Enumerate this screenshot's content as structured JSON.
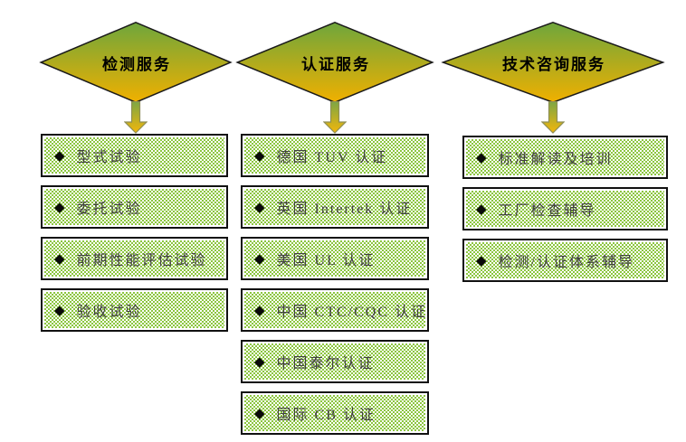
{
  "colors": {
    "page_bg": "#ffffff",
    "diamond_gradient_top": "#6ea63c",
    "diamond_gradient_bottom": "#f0b000",
    "diamond_border": "#1a1a1a",
    "arrow_gradient_top": "#7da644",
    "arrow_gradient_bottom": "#f2b60b",
    "arrow_border": "#8e8e55",
    "box_pattern_green": "#8cc63f",
    "box_border": "#111111",
    "box_text": "#3f3f3f"
  },
  "columns": [
    {
      "id": "testing-services",
      "header": {
        "label": "检测服务"
      },
      "items": [
        {
          "bullet": "◆",
          "label": "型式试验"
        },
        {
          "bullet": "◆",
          "label": "委托试验"
        },
        {
          "bullet": "◆",
          "label": "前期性能评估试验"
        },
        {
          "bullet": "◆",
          "label": "验收试验"
        }
      ]
    },
    {
      "id": "certification-services",
      "header": {
        "label": "认证服务"
      },
      "items": [
        {
          "bullet": "◆",
          "label": "德国 TUV 认证"
        },
        {
          "bullet": "◆",
          "label": "英国 Intertek 认证"
        },
        {
          "bullet": "◆",
          "label": "美国 UL 认证"
        },
        {
          "bullet": "◆",
          "label": "中国 CTC/CQC 认证"
        },
        {
          "bullet": "◆",
          "label": "中国泰尔认证"
        },
        {
          "bullet": "◆",
          "label": "国际 CB 认证"
        }
      ]
    },
    {
      "id": "technical-consulting-services",
      "header": {
        "label": "技术咨询服务"
      },
      "items": [
        {
          "bullet": "◆",
          "label": "标准解读及培训"
        },
        {
          "bullet": "◆",
          "label": "工厂检查辅导"
        },
        {
          "bullet": "◆",
          "label": "检测/认证体系辅导"
        }
      ]
    }
  ]
}
